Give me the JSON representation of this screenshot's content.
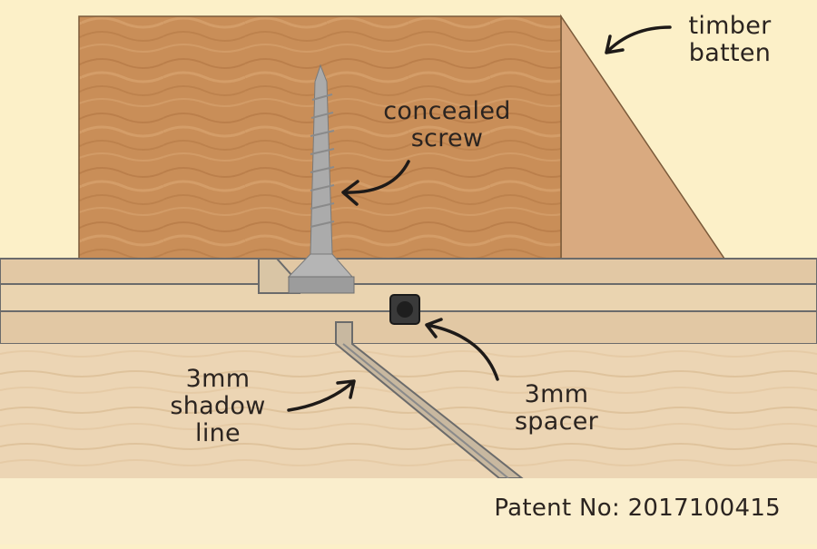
{
  "labels": {
    "timber_batten": [
      "timber",
      "batten"
    ],
    "concealed_screw": [
      "concealed",
      "screw"
    ],
    "shadow_line": [
      "3mm",
      "shadow",
      "line"
    ],
    "spacer": [
      "3mm",
      "spacer"
    ]
  },
  "footer": {
    "patent": "Patent No: 2017100415"
  },
  "colors": {
    "background": "#fcf0c8",
    "batten_face": "#c98e58",
    "batten_side": "#d9aa80",
    "screw": "#a8a8a8",
    "board_layer": "#e2c8a4",
    "panel_face": "#ecd5b4",
    "spacer": "#2a2a2a"
  }
}
